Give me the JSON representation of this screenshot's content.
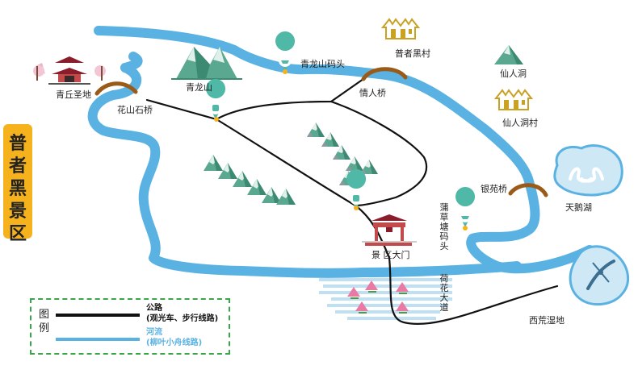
{
  "title": "普者黑景区",
  "places": {
    "qingqiu": "青丘圣地",
    "qinglongshan": "青龙山",
    "qinglongshan_pier": "青龙山码头",
    "puzhehei_village": "普者黑村",
    "xianren_cave": "仙人洞",
    "xianren_cave_village": "仙人洞村",
    "huashan_bridge": "花山石桥",
    "lovers_bridge": "情人桥",
    "yinyuan_bridge": "银苑桥",
    "swan_lake": "天鹅湖",
    "scenic_gate": "景 区大门",
    "pucaotang_pier": "蒲草塘码头",
    "lotus_road": "荷花大道",
    "xihuang_wetland": "西荒湿地"
  },
  "legend": {
    "title": "图例",
    "road_label_1": "公路",
    "road_label_2": "(观光车、步行线路)",
    "river_label_1": "河流",
    "river_label_2": "(柳叶小舟线路)"
  },
  "colors": {
    "river": "#5ab2e3",
    "road": "#111111",
    "bridge": "#9a5a18",
    "mountain": "#5aa890",
    "marker": "#4fb8a6",
    "title_bg": "#f6b21d",
    "legend_border": "#3aa64a",
    "building": "#c9a224"
  },
  "icons": {
    "bus_stop": "bus-stop-marker-icon",
    "boat_pier": "boat-pier-marker-icon",
    "mountain": "mountain-icon",
    "swan": "swan-icon",
    "canoe": "canoe-icon",
    "lotus": "lotus-icon",
    "gate": "gate-icon",
    "temple": "temple-icon",
    "village": "village-icon"
  }
}
